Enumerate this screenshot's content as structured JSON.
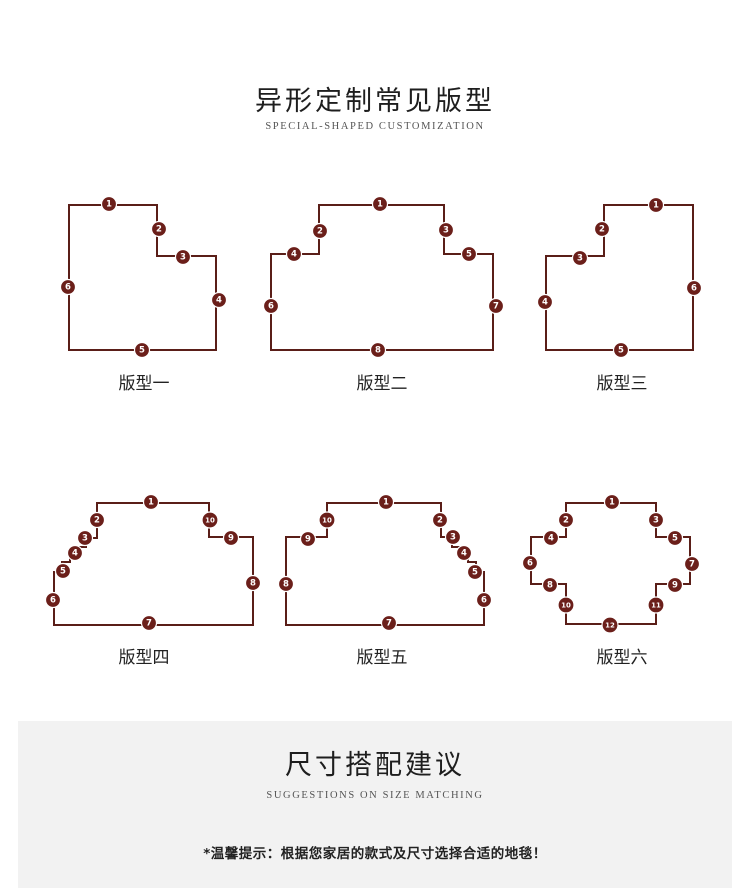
{
  "header": {
    "title": "异形定制常见版型",
    "subtitle": "SPECIAL-SHAPED CUSTOMIZATION"
  },
  "shapes": [
    {
      "label": "版型一",
      "markers": [
        "1",
        "2",
        "3",
        "4",
        "5",
        "6"
      ]
    },
    {
      "label": "版型二",
      "markers": [
        "1",
        "2",
        "3",
        "4",
        "5",
        "6",
        "7",
        "8"
      ]
    },
    {
      "label": "版型三",
      "markers": [
        "1",
        "2",
        "3",
        "4",
        "5",
        "6"
      ]
    },
    {
      "label": "版型四",
      "markers": [
        "1",
        "2",
        "3",
        "4",
        "5",
        "6",
        "7",
        "8",
        "9",
        "10"
      ]
    },
    {
      "label": "版型五",
      "markers": [
        "1",
        "2",
        "3",
        "4",
        "5",
        "6",
        "7",
        "8",
        "9",
        "10"
      ]
    },
    {
      "label": "版型六",
      "markers": [
        "1",
        "2",
        "3",
        "4",
        "5",
        "6",
        "7",
        "8",
        "9",
        "10",
        "11",
        "12"
      ]
    }
  ],
  "advice": {
    "title": "尺寸搭配建议",
    "subtitle": "SUGGESTIONS ON SIZE MATCHING",
    "tip": "*温馨提示：根据您家居的款式及尺寸选择合适的地毯！"
  },
  "colors": {
    "outline": "#5a1e18",
    "marker": "#6b1f1a",
    "advice_background": "#f2f2f2"
  }
}
